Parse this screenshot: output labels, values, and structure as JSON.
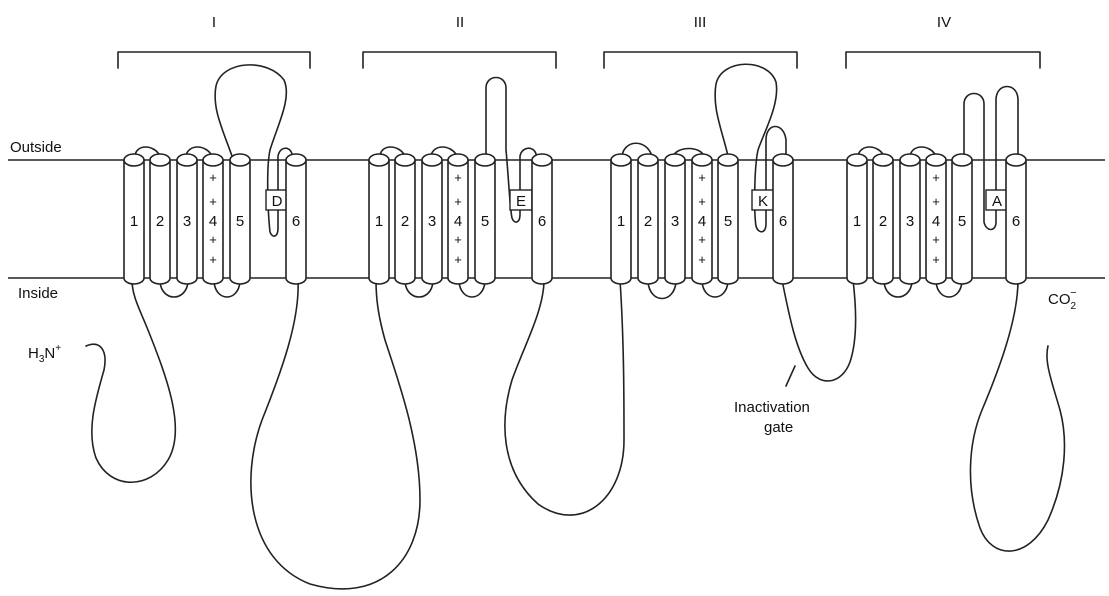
{
  "labels": {
    "outside": "Outside",
    "inside": "Inside",
    "n_terminus_base": "H",
    "n_terminus_sub": "3",
    "n_terminus_n": "N",
    "n_terminus_sup": "+",
    "c_terminus_base": "CO",
    "c_terminus_sub": "2",
    "c_terminus_sup": "−",
    "inactivation_gate_line1": "Inactivation",
    "inactivation_gate_line2": "gate"
  },
  "domains": [
    {
      "numeral": "I",
      "pore_residue": "D"
    },
    {
      "numeral": "II",
      "pore_residue": "E"
    },
    {
      "numeral": "III",
      "pore_residue": "K"
    },
    {
      "numeral": "IV",
      "pore_residue": "A"
    }
  ],
  "segment_labels": [
    "1",
    "2",
    "3",
    "4",
    "5",
    "6"
  ],
  "s4_charge": "+"
}
